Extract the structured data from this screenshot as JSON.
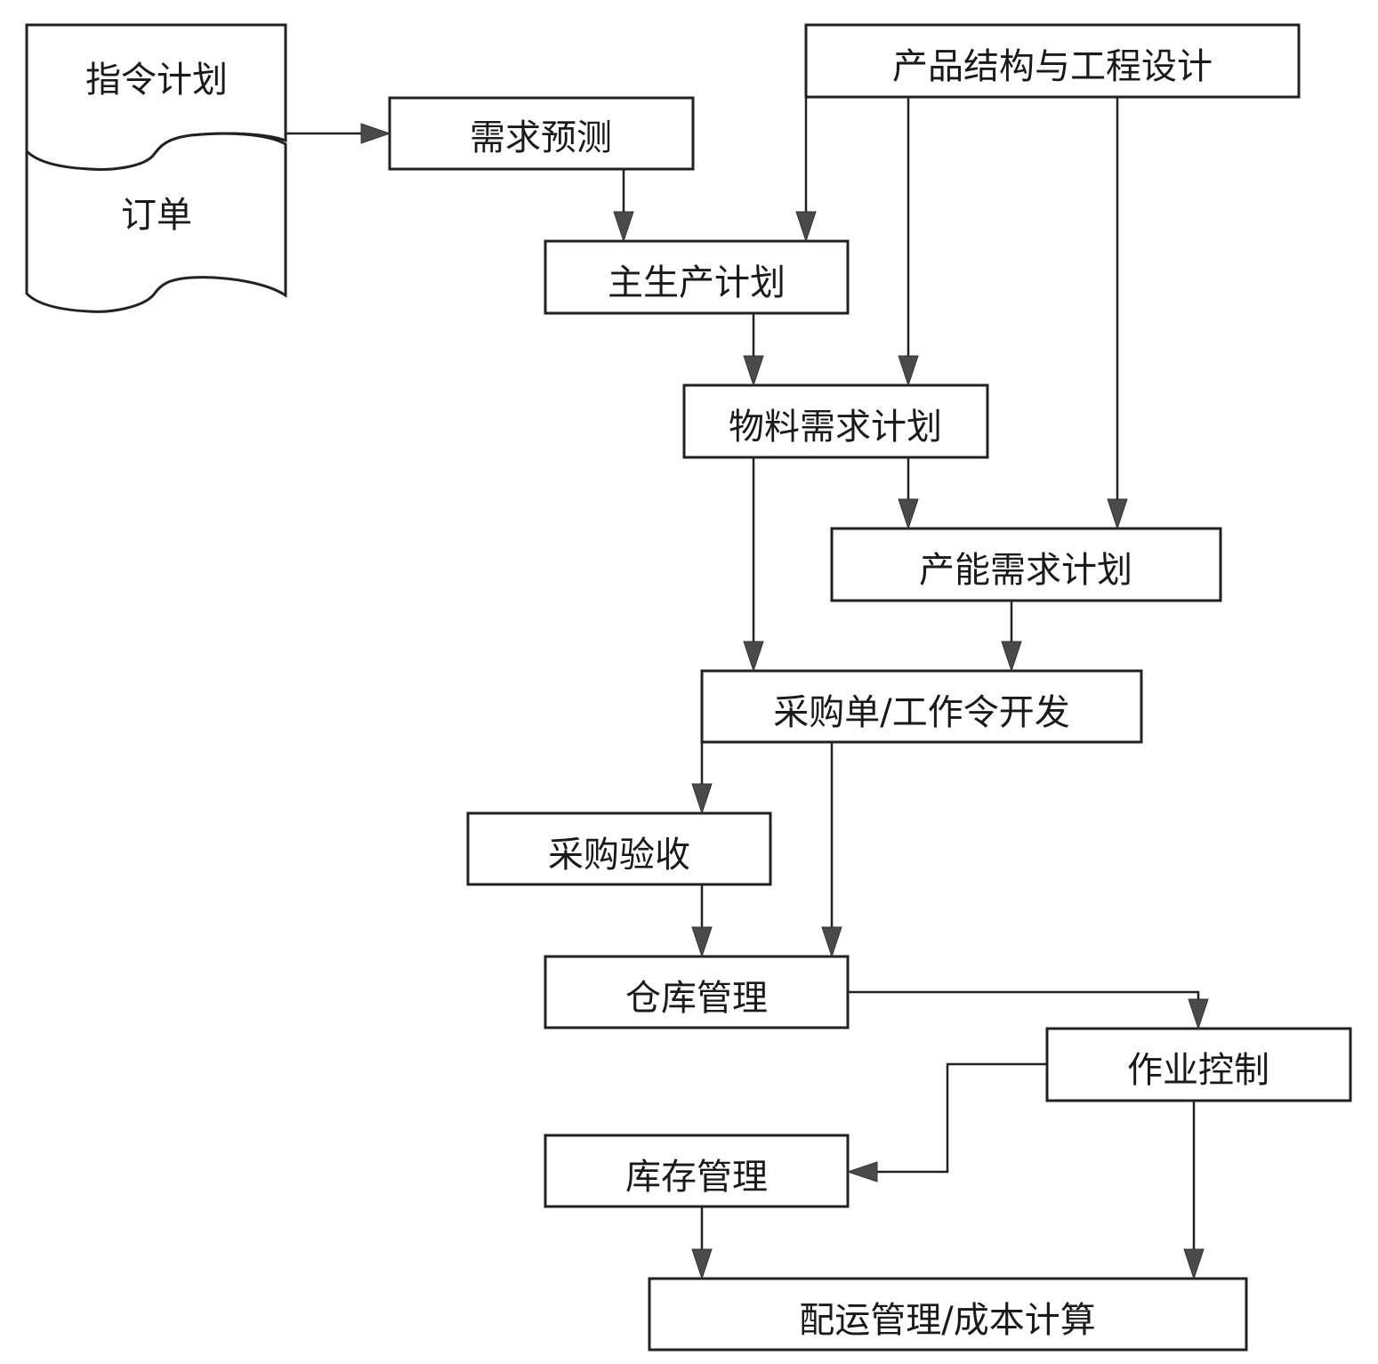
{
  "diagram": {
    "type": "flowchart",
    "nodes": {
      "command_plan": "指令计划",
      "order": "订单",
      "demand_forecast": "需求预测",
      "product_structure": "产品结构与工程设计",
      "master_production_plan": "主生产计划",
      "material_requirement_plan": "物料需求计划",
      "capacity_requirement_plan": "产能需求计划",
      "po_work_order": "采购单/工作令开发",
      "purchase_acceptance": "采购验收",
      "warehouse_management": "仓库管理",
      "operation_control": "作业控制",
      "inventory_management": "库存管理",
      "distribution_cost": "配运管理/成本计算"
    },
    "edges": [
      {
        "from": "command_plan",
        "to": "demand_forecast"
      },
      {
        "from": "demand_forecast",
        "to": "master_production_plan"
      },
      {
        "from": "product_structure",
        "to": "master_production_plan"
      },
      {
        "from": "product_structure",
        "to": "material_requirement_plan"
      },
      {
        "from": "product_structure",
        "to": "capacity_requirement_plan"
      },
      {
        "from": "master_production_plan",
        "to": "material_requirement_plan"
      },
      {
        "from": "material_requirement_plan",
        "to": "capacity_requirement_plan"
      },
      {
        "from": "material_requirement_plan",
        "to": "po_work_order"
      },
      {
        "from": "capacity_requirement_plan",
        "to": "po_work_order"
      },
      {
        "from": "po_work_order",
        "to": "purchase_acceptance"
      },
      {
        "from": "po_work_order",
        "to": "warehouse_management"
      },
      {
        "from": "purchase_acceptance",
        "to": "warehouse_management"
      },
      {
        "from": "warehouse_management",
        "to": "operation_control"
      },
      {
        "from": "operation_control",
        "to": "inventory_management"
      },
      {
        "from": "operation_control",
        "to": "distribution_cost"
      },
      {
        "from": "inventory_management",
        "to": "distribution_cost"
      }
    ]
  }
}
